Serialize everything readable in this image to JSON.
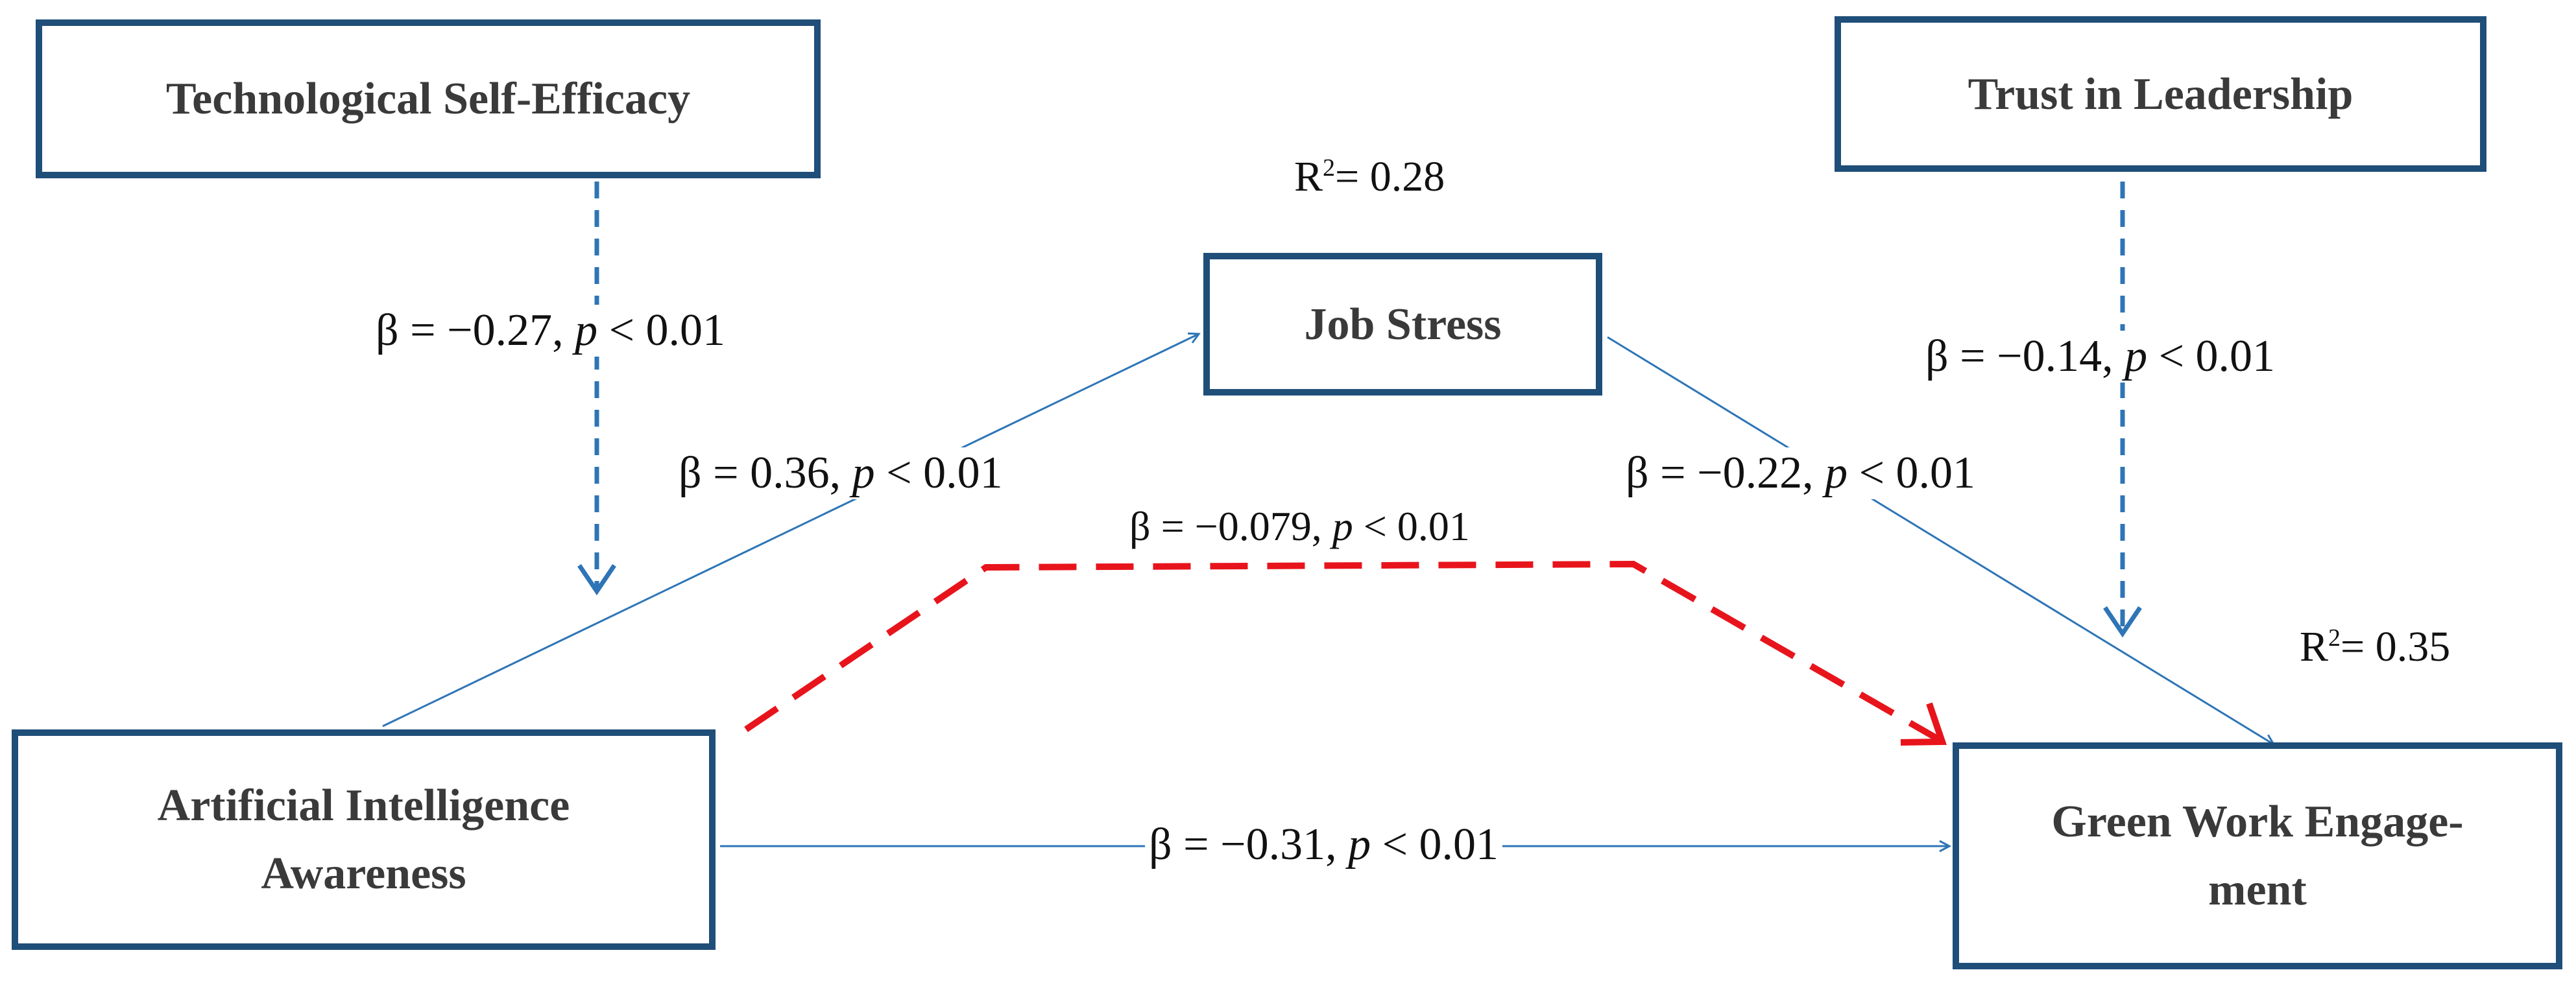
{
  "nodes": {
    "tse": "Technological Self-Efficacy",
    "tl": "Trust in Leadership",
    "js": "Job Stress",
    "aia_line1": "Artificial Intelligence",
    "aia_line2": "Awareness",
    "gwe_line1": "Green Work Engage-",
    "gwe_line2": "ment"
  },
  "r2": {
    "js": {
      "label": "R",
      "sup": "2",
      "value": "= 0.28"
    },
    "gwe": {
      "label": "R",
      "sup": "2",
      "value": "= 0.35"
    }
  },
  "paths": [
    {
      "id": "tse_mod",
      "from": "Technological Self-Efficacy",
      "to": "Artificial Intelligence Awareness → Job Stress path",
      "beta": "β = −0.27,",
      "p": "p",
      "sig": "< 0.01",
      "style": "dashed-blue"
    },
    {
      "id": "aia_js",
      "from": "Artificial Intelligence Awareness",
      "to": "Job Stress",
      "beta": "β = 0.36,",
      "p": "p",
      "sig": "< 0.01",
      "style": "solid-blue"
    },
    {
      "id": "js_gwe",
      "from": "Job Stress",
      "to": "Green Work Engagement",
      "beta": "β = −0.22,",
      "p": "p",
      "sig": "< 0.01",
      "style": "solid-blue"
    },
    {
      "id": "tl_mod",
      "from": "Trust in Leadership",
      "to": "Job Stress → Green Work Engagement path",
      "beta": "β = −0.14,",
      "p": "p",
      "sig": "< 0.01",
      "style": "dashed-blue"
    },
    {
      "id": "indirect",
      "from": "Artificial Intelligence Awareness",
      "to": "Green Work Engagement",
      "beta": "β = −0.079,",
      "p": "p",
      "sig": "< 0.01",
      "style": "dashed-red"
    },
    {
      "id": "direct",
      "from": "Artificial Intelligence Awareness",
      "to": "Green Work Engagement",
      "beta": "β = −0.31,",
      "p": "p",
      "sig": "< 0.01",
      "style": "solid-blue"
    }
  ],
  "colors": {
    "box_border": "#1f4e79",
    "path_line": "#2e75b6",
    "indirect_line": "#e8141c",
    "node_text": "#3a3a3a"
  }
}
